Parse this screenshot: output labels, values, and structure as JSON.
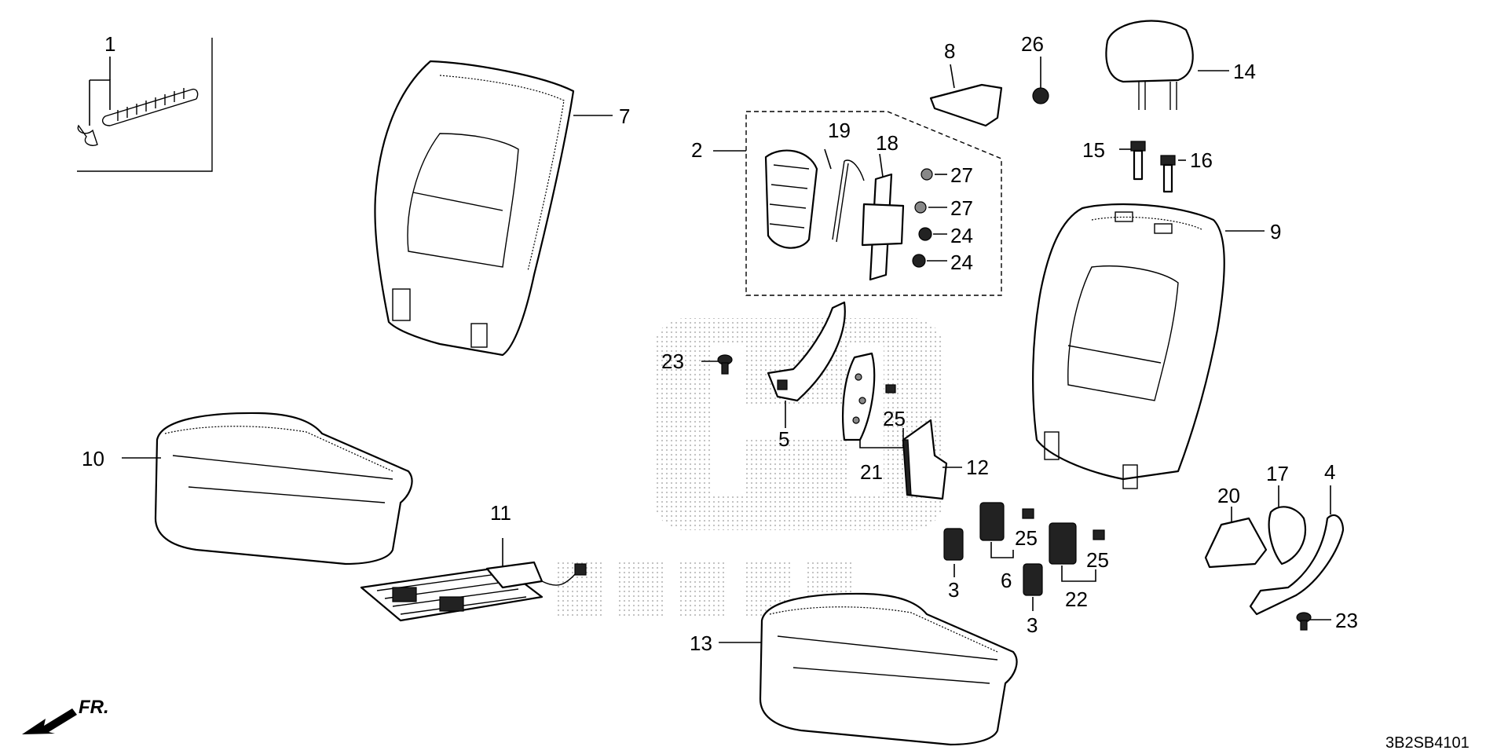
{
  "diagram": {
    "code": "3B2SB4101",
    "front_indicator": "FR.",
    "callouts": [
      {
        "id": "c1",
        "label": "1"
      },
      {
        "id": "c2",
        "label": "2"
      },
      {
        "id": "c3a",
        "label": "3"
      },
      {
        "id": "c3b",
        "label": "3"
      },
      {
        "id": "c4",
        "label": "4"
      },
      {
        "id": "c5",
        "label": "5"
      },
      {
        "id": "c6",
        "label": "6"
      },
      {
        "id": "c7",
        "label": "7"
      },
      {
        "id": "c8",
        "label": "8"
      },
      {
        "id": "c9",
        "label": "9"
      },
      {
        "id": "c10",
        "label": "10"
      },
      {
        "id": "c11",
        "label": "11"
      },
      {
        "id": "c12",
        "label": "12"
      },
      {
        "id": "c13",
        "label": "13"
      },
      {
        "id": "c14",
        "label": "14"
      },
      {
        "id": "c15",
        "label": "15"
      },
      {
        "id": "c16",
        "label": "16"
      },
      {
        "id": "c17",
        "label": "17"
      },
      {
        "id": "c18",
        "label": "18"
      },
      {
        "id": "c19",
        "label": "19"
      },
      {
        "id": "c20",
        "label": "20"
      },
      {
        "id": "c21",
        "label": "21"
      },
      {
        "id": "c22",
        "label": "22"
      },
      {
        "id": "c23a",
        "label": "23"
      },
      {
        "id": "c23b",
        "label": "23"
      },
      {
        "id": "c24a",
        "label": "24"
      },
      {
        "id": "c24b",
        "label": "24"
      },
      {
        "id": "c25a",
        "label": "25"
      },
      {
        "id": "c25b",
        "label": "25"
      },
      {
        "id": "c25c",
        "label": "25"
      },
      {
        "id": "c26",
        "label": "26"
      },
      {
        "id": "c27a",
        "label": "27"
      },
      {
        "id": "c27b",
        "label": "27"
      }
    ]
  }
}
